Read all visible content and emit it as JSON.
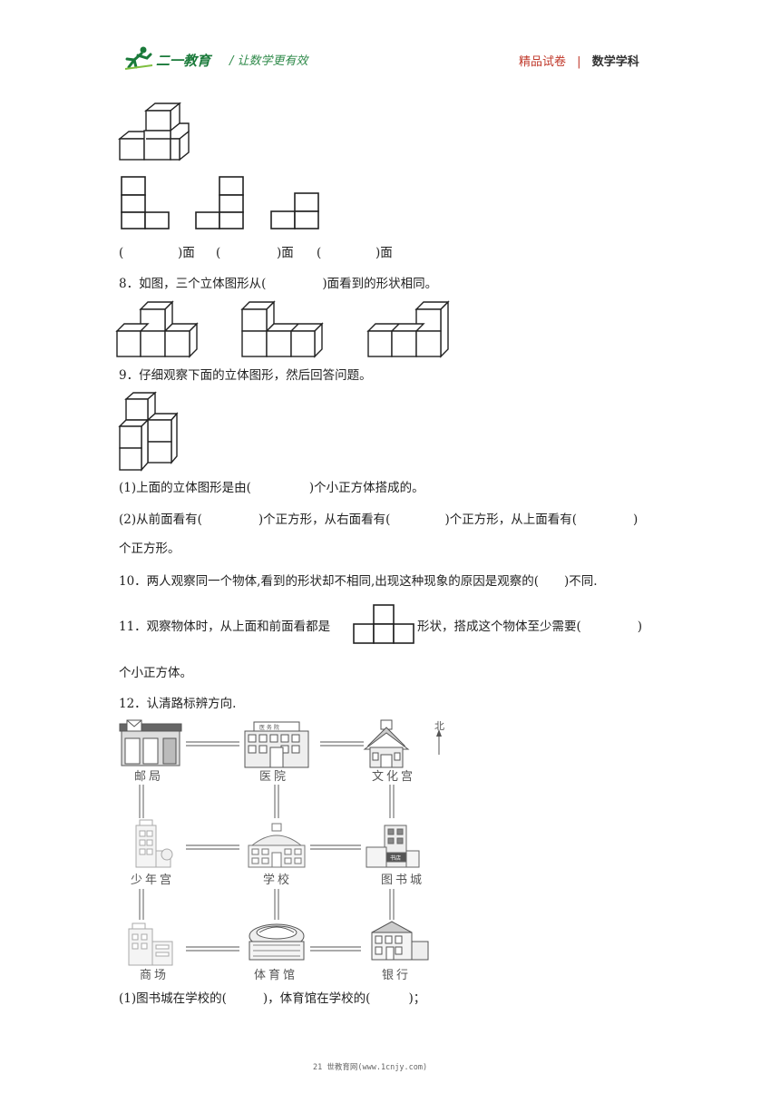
{
  "header": {
    "logo_text": "二一教育",
    "slogan": "让数学更有效",
    "right_left": "精品试卷",
    "right_sep": "|",
    "right_right": "数学学科"
  },
  "q7": {
    "blank1": "(",
    "face1": ")面",
    "blank2": "(",
    "face2": ")面",
    "blank3": "(",
    "face3": ")面"
  },
  "q8": {
    "text_a": "8．如图，三个立体图形从(",
    "text_b": ")面看到的形状相同。"
  },
  "q9": {
    "text": "9．仔细观察下面的立体图形，然后回答问题。",
    "sub1_a": "(1)上面的立体图形是由(",
    "sub1_b": ")个小正方体搭成的。",
    "sub2_a": "(2)从前面看有(",
    "sub2_b": ")个正方形，从右面看有(",
    "sub2_c": ")个正方形，从上面看有(",
    "sub2_d": ")",
    "sub2_e": "个正方形。"
  },
  "q10": {
    "text_a": "10．两人观察同一个物体,看到的形状却不相同,出现这种现象的原因是观察的(",
    "text_b": ")不同."
  },
  "q11": {
    "text_a": "11．观察物体时，从上面和前面看都是",
    "text_b": "形状，搭成这个物体至少需要(",
    "text_c": ")",
    "text_d": "个小正方体。"
  },
  "q12": {
    "text": "12．认清路标辨方向.",
    "north": "北",
    "places": [
      "邮局",
      "医院",
      "文化宫",
      "少年宫",
      "学校",
      "图书城",
      "商场",
      "体育馆",
      "银行"
    ],
    "hospital_sign": "医 务 院",
    "bookstore_sign": "书店",
    "sub1_a": "(1)图书城在学校的(",
    "sub1_b": ")，体育馆在学校的(",
    "sub1_c": ")；"
  },
  "footer": "21 世教育网(www.1cnjy.com)"
}
